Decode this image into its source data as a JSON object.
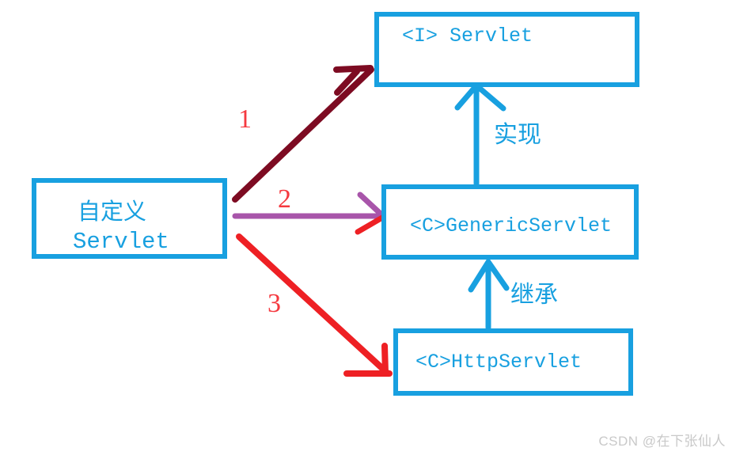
{
  "diagram": {
    "title_hint": "Servlet inheritance diagram",
    "boxes": {
      "servlet": {
        "label": "<I> Servlet"
      },
      "custom": {
        "line1": "自定义",
        "line2": "Servlet"
      },
      "generic": {
        "label": "<C>GenericServlet"
      },
      "http": {
        "label": "<C>HttpServlet"
      }
    },
    "edges": {
      "implement_label": "实现",
      "extend_label": "继承",
      "arrow1_label": "1",
      "arrow2_label": "2",
      "arrow3_label": "3"
    },
    "colors": {
      "blue": "#18a0e0",
      "dark_red": "#7d0b22",
      "purple": "#a855aa",
      "red": "#ee2024",
      "number_red": "#f5393f",
      "watermark_gray": "#c9c9c9"
    }
  },
  "watermark": {
    "text": "CSDN @在下张仙人"
  }
}
